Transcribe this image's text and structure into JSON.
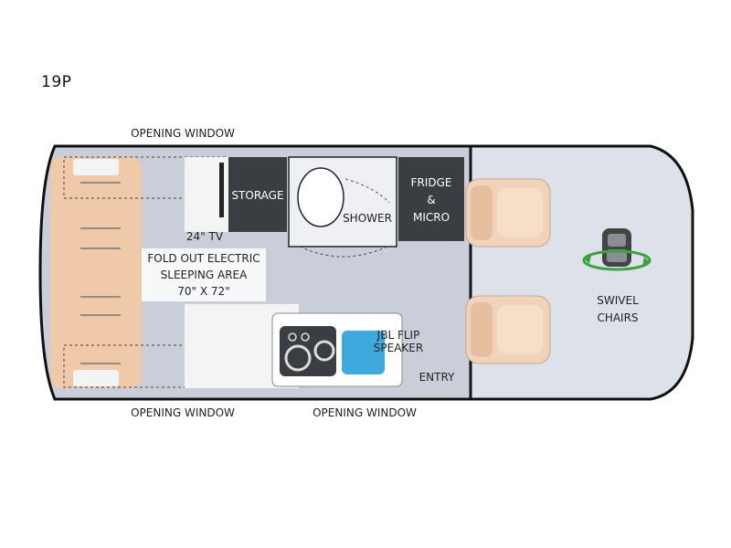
{
  "model": "19P",
  "labels": {
    "window_top": "OPENING WINDOW",
    "window_bottom_left": "OPENING WINDOW",
    "window_bottom_right": "OPENING WINDOW",
    "storage": "STORAGE",
    "shower": "SHOWER",
    "fridge_1": "FRIDGE",
    "fridge_2": "&",
    "fridge_3": "MICRO",
    "tv": "24\" TV",
    "sleep_1": "FOLD OUT ELECTRIC",
    "sleep_2": "SLEEPING AREA",
    "sleep_3": "70\" X 72\"",
    "speaker_1": "JBL FLIP",
    "speaker_2": "SPEAKER",
    "entry": "ENTRY",
    "swivel_1": "SWIVEL",
    "swivel_2": "CHAIRS"
  },
  "colors": {
    "floor": "#c9ced8",
    "cab": "#dde2ea",
    "wall": "#111111",
    "storage": "#3a3d42",
    "bed": "#f0c9a8",
    "seat": "#f1d3bb",
    "accent": "#3aa340",
    "speaker": "#3ea9dc"
  }
}
